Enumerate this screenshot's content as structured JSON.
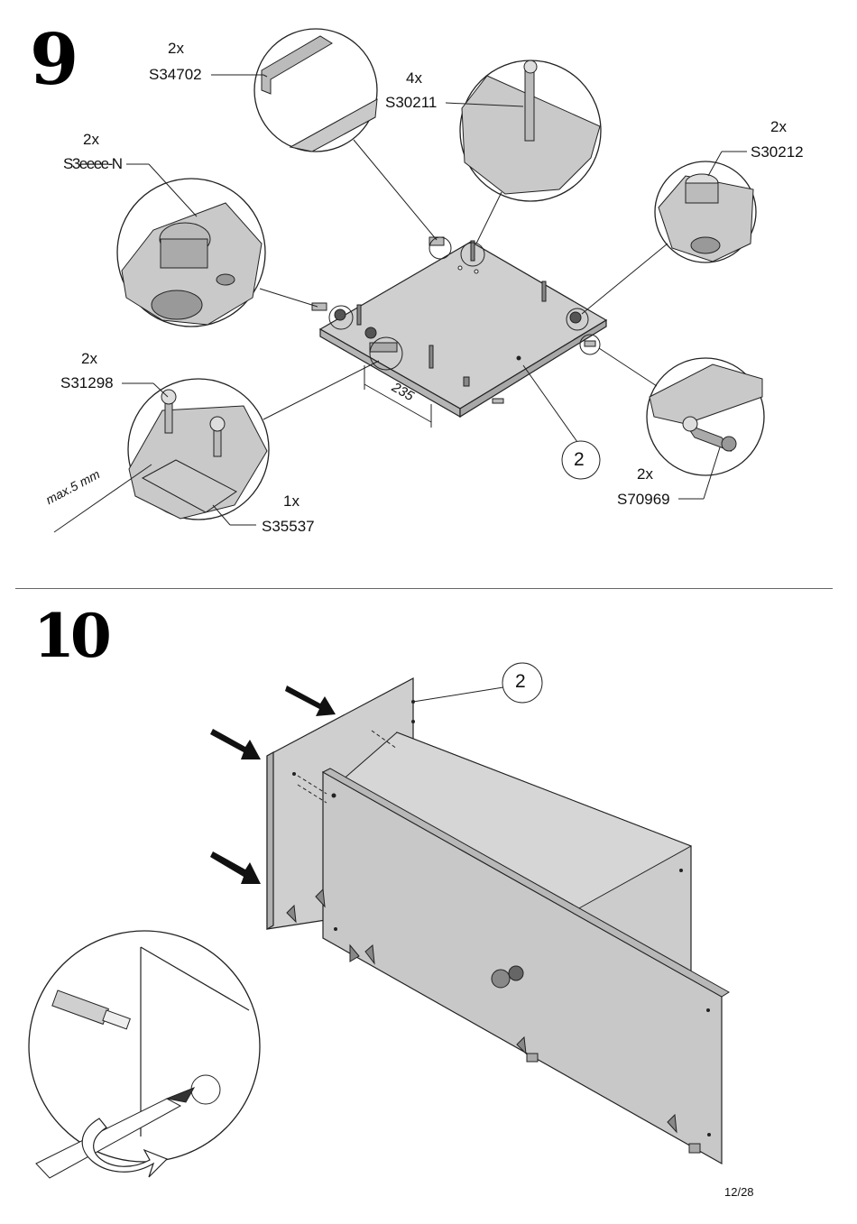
{
  "step9": {
    "number": "9",
    "parts": [
      {
        "qty": "2x",
        "code": "S34702"
      },
      {
        "qty": "4x",
        "code": "S30211"
      },
      {
        "qty": "2x",
        "code": "S3eeee-N"
      },
      {
        "qty": "2x",
        "code": "S30212"
      },
      {
        "qty": "2x",
        "code": "S31298"
      },
      {
        "qty": "1x",
        "code": "S35537"
      },
      {
        "qty": "2x",
        "code": "S70969"
      }
    ],
    "dimension": "235",
    "max_note": "max.5 mm",
    "panel_ref": "2"
  },
  "step10": {
    "number": "10",
    "panel_ref": "2"
  },
  "page_number": "12/28"
}
